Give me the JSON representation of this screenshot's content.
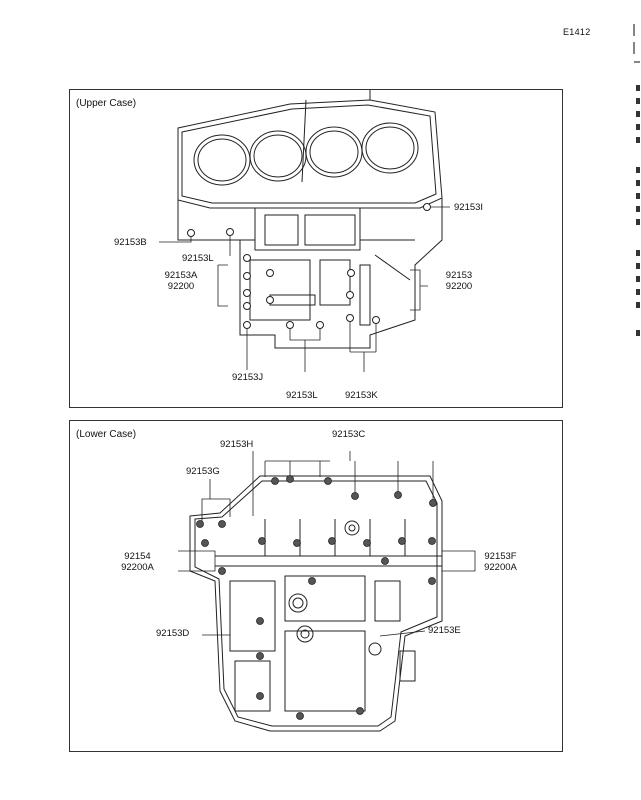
{
  "page_code": "E1412",
  "upper": {
    "title": "(Upper Case)",
    "labels": {
      "p92153i": "92153I",
      "p92153b": "92153B",
      "p92153l_top": "92153L",
      "p92153a": "92153A",
      "p92200_left": "92200",
      "p92153": "92153",
      "p92200_right": "92200",
      "p92153j": "92153J",
      "p92153l_bottom": "92153L",
      "p92153k": "92153K"
    }
  },
  "lower": {
    "title": "(Lower Case)",
    "labels": {
      "p92153h": "92153H",
      "p92153c": "92153C",
      "p92153g": "92153G",
      "p92154": "92154",
      "p92200a_left": "92200A",
      "p92153f": "92153F",
      "p92200a_right": "92200A",
      "p92153d": "92153D",
      "p92153e": "92153E"
    }
  },
  "colors": {
    "line": "#222222",
    "bolt_fill": "#555555"
  }
}
